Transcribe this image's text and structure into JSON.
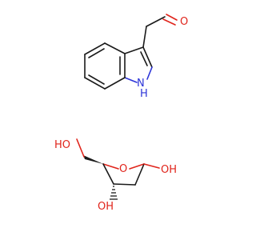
{
  "molecules": [
    {
      "id": "indole-3-carboxaldehyde",
      "labels": {
        "aldehyde_o": "O",
        "nh": "H",
        "n": "N"
      }
    },
    {
      "id": "2-deoxyribose",
      "labels": {
        "hydroxymethyl_oh": "HO",
        "ring_o": "O",
        "anomeric_oh": "OH",
        "ring_oh": "OH"
      }
    }
  ],
  "colors": {
    "bond": "#1a1a1a",
    "oxygen": "#e0241b",
    "nitrogen": "#2d35d8"
  }
}
